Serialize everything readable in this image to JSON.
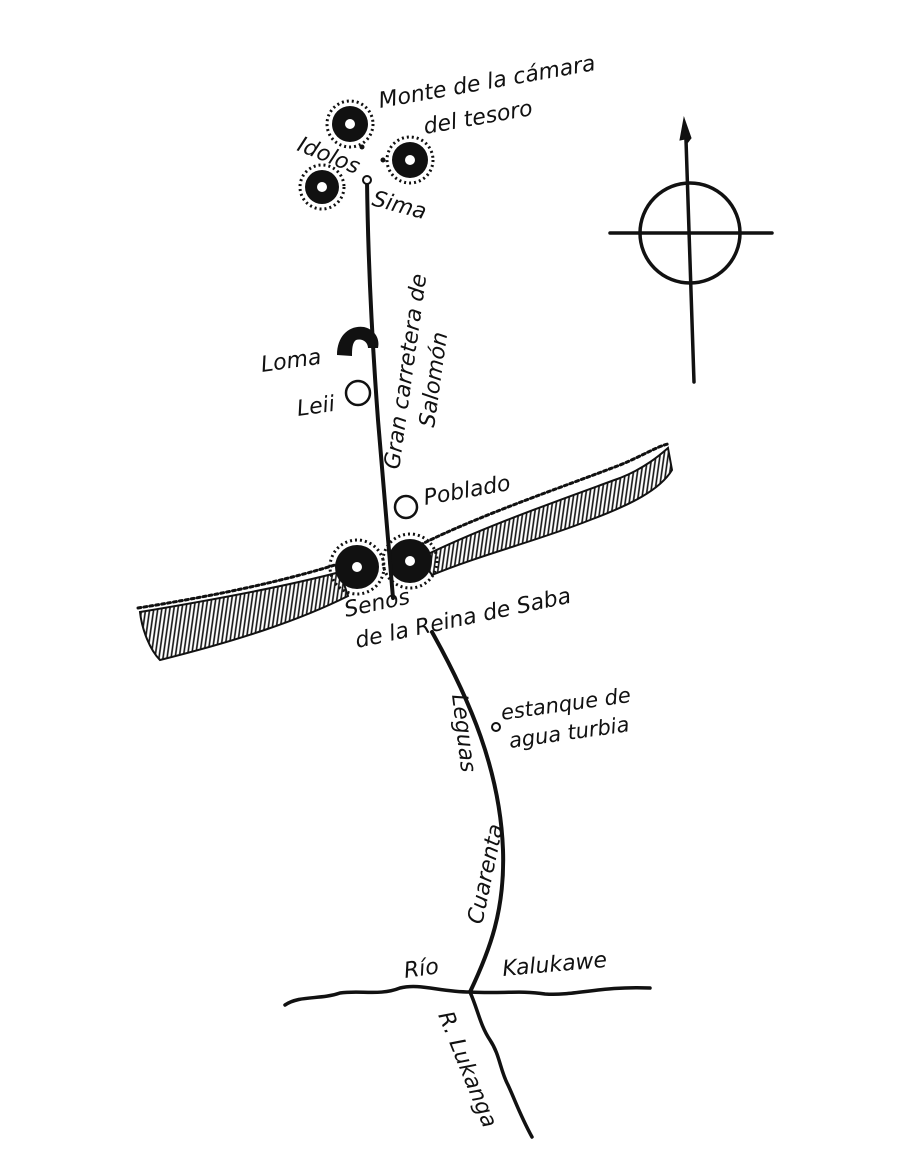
{
  "labels": {
    "monte": "Monte de la cámara",
    "monte2": "del tesoro",
    "idolos": "Idolos",
    "sima": "Sima",
    "gran": "Gran carretera de",
    "salomon": "Salomón",
    "loma": "Loma",
    "leii": "Leii",
    "poblado": "Poblado",
    "senos": "Senos",
    "reina": "de la Reina de Saba",
    "estanque": "estanque de",
    "estanque2": "agua turbia",
    "leguas": "Leguas",
    "cuarenta": "Cuarenta",
    "rio": "Río",
    "kalukawe": "Kalukawe",
    "lukanga": "R. Lukanga"
  },
  "colors": {
    "ink": "#111111",
    "paper": "#ffffff"
  },
  "icons": {
    "compass": "compass-rose-north-arrow-icon"
  }
}
